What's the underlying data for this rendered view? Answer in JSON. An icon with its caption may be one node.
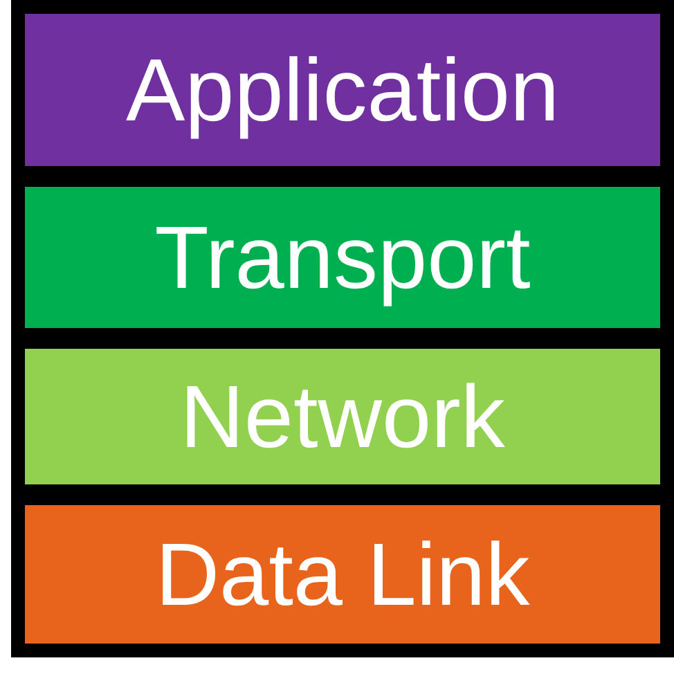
{
  "diagram": {
    "nodes": [
      {
        "text": [
          "Application"
        ]
      },
      {
        "text": [
          "Transport"
        ]
      },
      {
        "text": [
          "Network"
        ]
      },
      {
        "text": [
          "Data Link"
        ]
      }
    ]
  }
}
